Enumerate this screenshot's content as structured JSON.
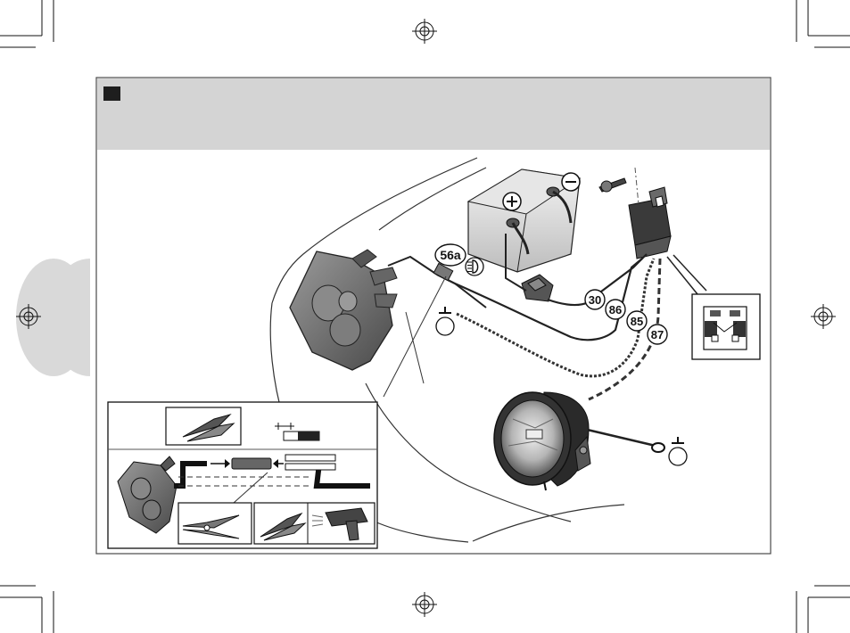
{
  "labels": {
    "light_switch": "56a",
    "terminal_30": "30",
    "terminal_86": "86",
    "terminal_85": "85",
    "terminal_87": "87"
  },
  "icons": {
    "battery_plus": "plus-icon",
    "battery_minus": "minus-icon",
    "ground_left": "ground-icon",
    "ground_right": "ground-icon",
    "high_beam": "high-beam-icon"
  },
  "colors": {
    "header_band": "#d4d4d4",
    "side_tab": "#d9d9d9",
    "frame": "#4a4a4a",
    "ink": "#222222"
  }
}
